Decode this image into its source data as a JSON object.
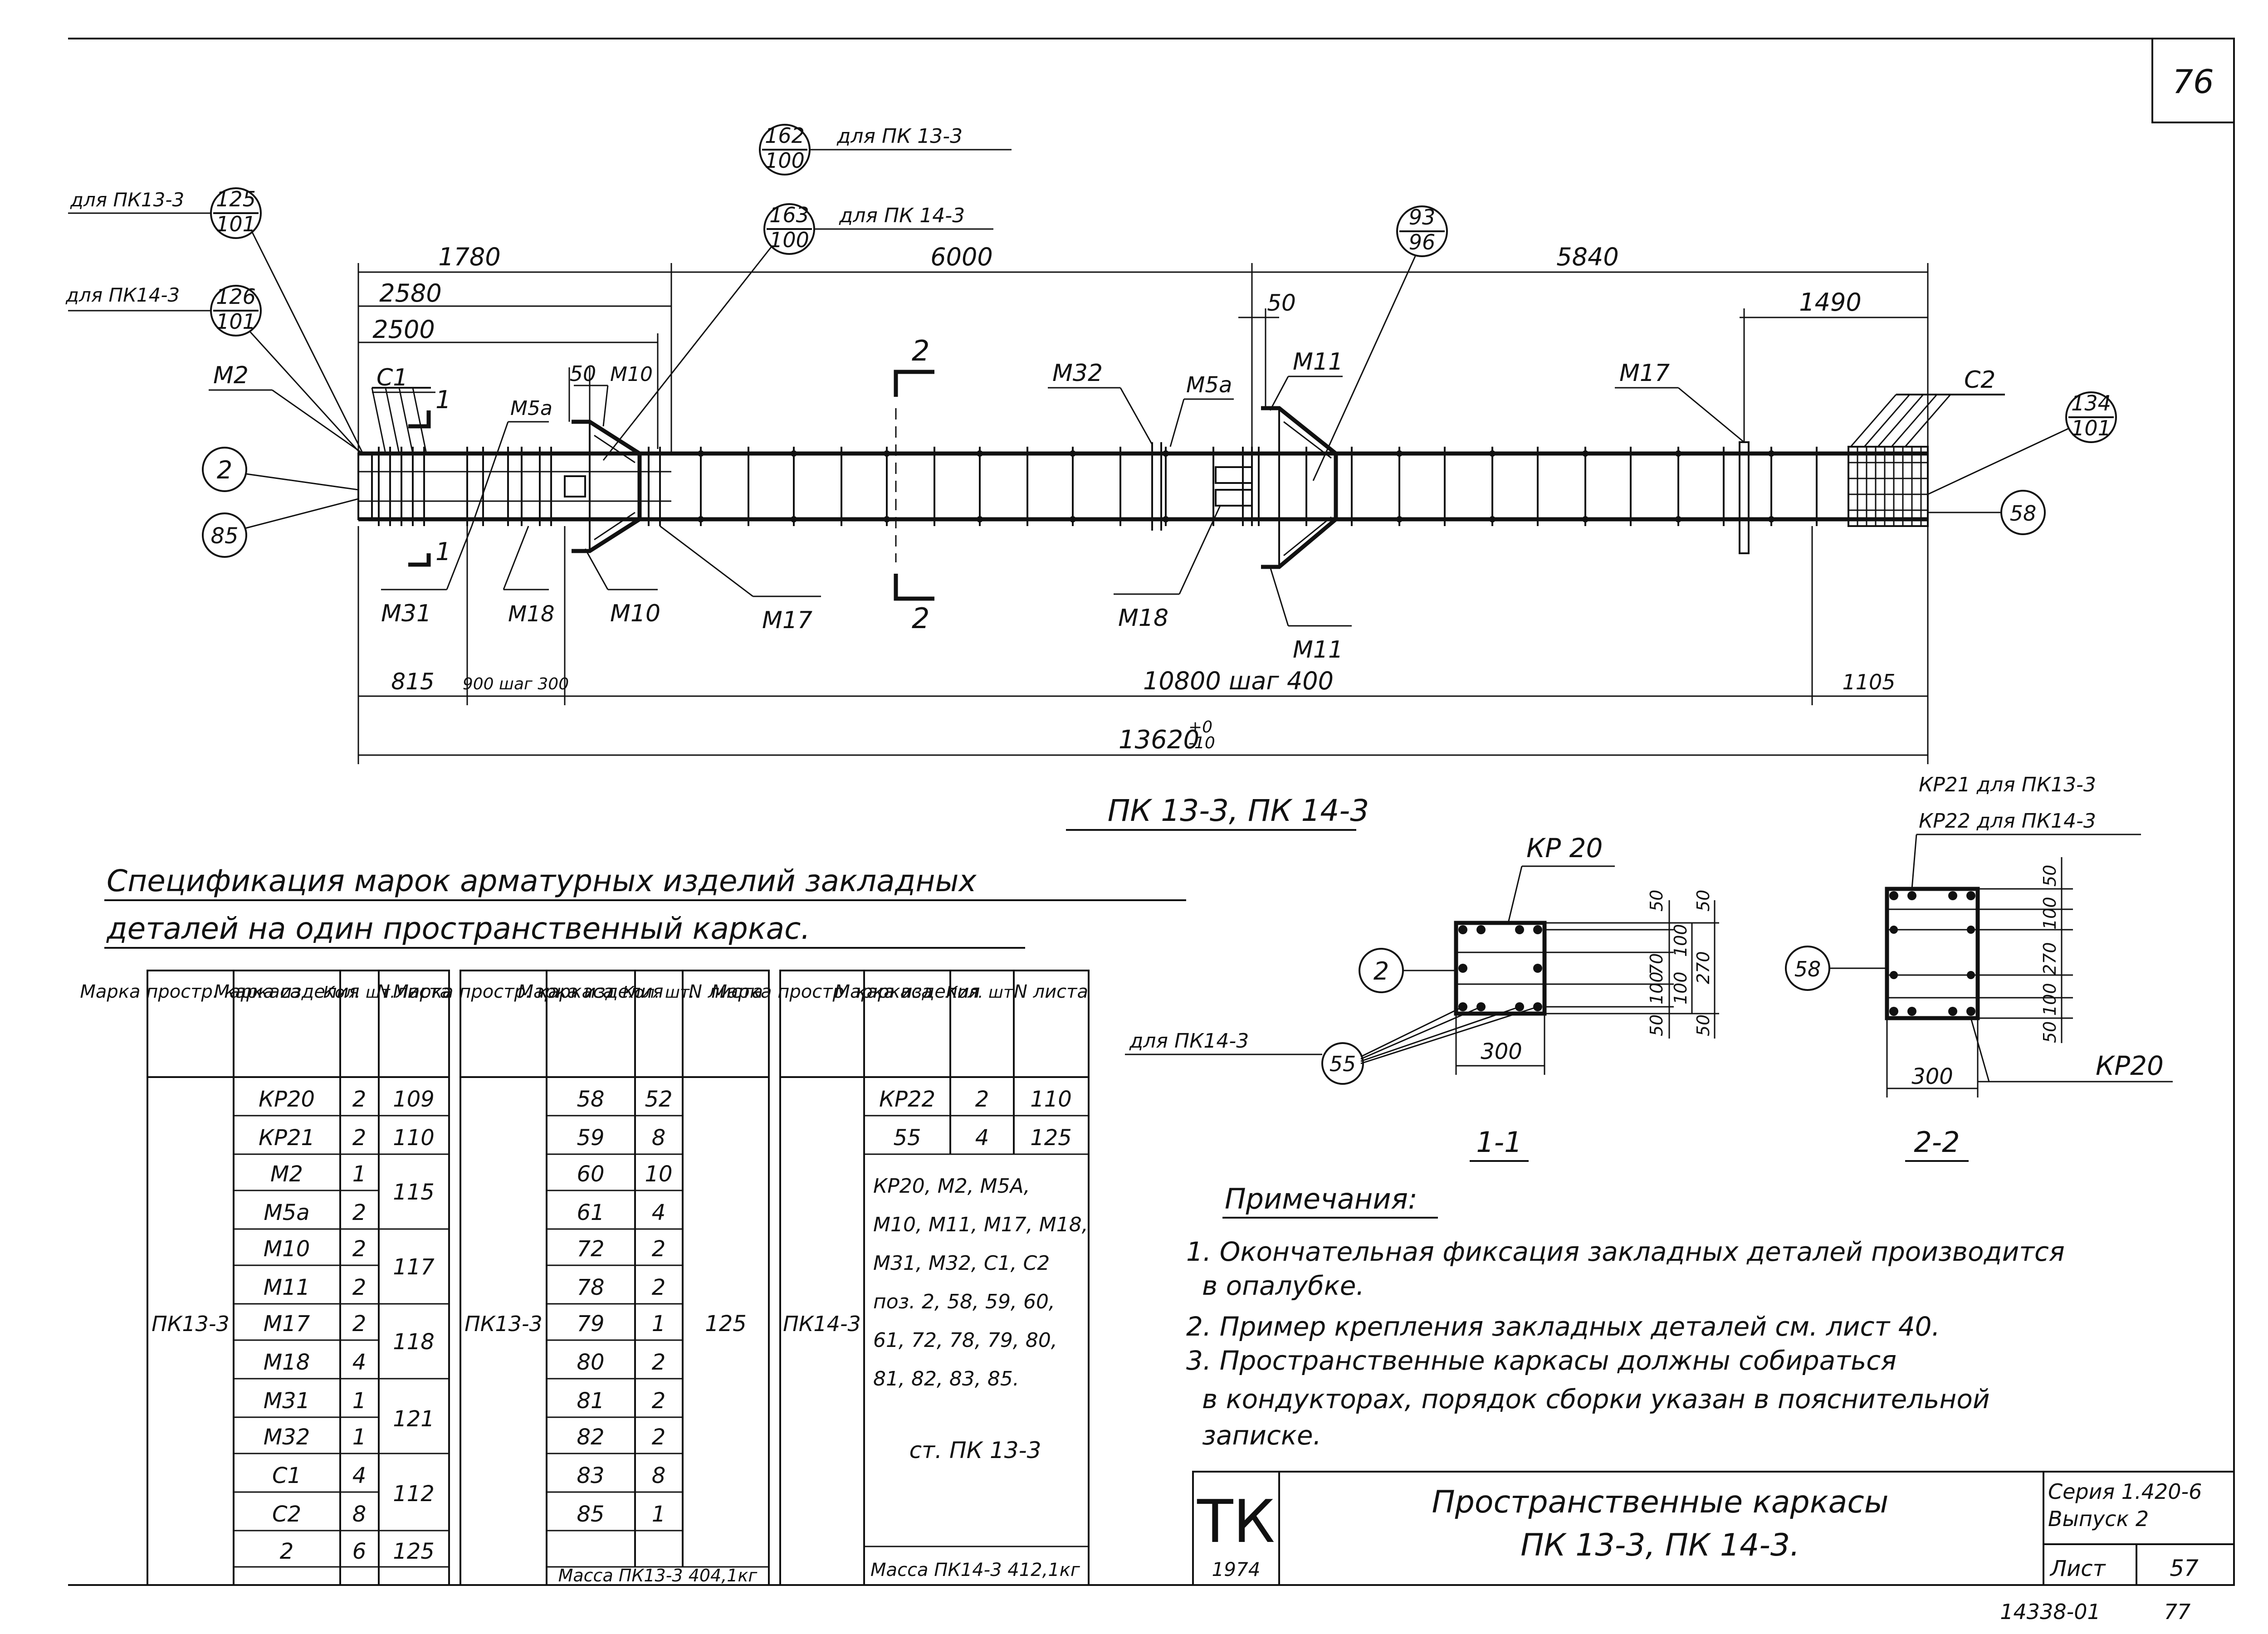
{
  "sheet": {
    "sheet_number_top": "76",
    "stamp_logo": "ТК",
    "stamp_year": "1974",
    "stamp_title_line1": "Пространственные каркасы",
    "stamp_title_line2": "ПК 13-3, ПК 14-3.",
    "series": "Серия 1.420-6",
    "issue": "Выпуск 2",
    "sheet_label": "Лист",
    "sheet_value": "57",
    "bottom_code": "14338-01",
    "bottom_number": "77"
  },
  "main_view": {
    "caption": "ПК 13-3, ПК 14-3",
    "callouts": [
      {
        "top": "125",
        "bottom": "101",
        "note": "для ПК13-3"
      },
      {
        "top": "126",
        "bottom": "101",
        "note": "для ПК14-3"
      },
      {
        "top": "162",
        "bottom": "100",
        "note": "для ПК 13-3"
      },
      {
        "top": "163",
        "bottom": "100",
        "note": "для ПК 14-3"
      },
      {
        "top": "93",
        "bottom": "96",
        "note": ""
      },
      {
        "top": "134",
        "bottom": "101",
        "note": ""
      }
    ],
    "bubbles": [
      "2",
      "85",
      "58"
    ],
    "dims_top": [
      "1780",
      "6000",
      "5840",
      "2580",
      "2500",
      "1490",
      "50",
      "50"
    ],
    "dims_bottom": [
      "815",
      "900 шаг 300",
      "10800 шаг 400",
      "1105"
    ],
    "total_length": "13620",
    "tol_plus": "+0",
    "tol_minus": "-10",
    "marks": [
      "М2",
      "С1",
      "М5а",
      "М10",
      "М10",
      "М31",
      "М18",
      "М17",
      "М32",
      "М5а",
      "М11",
      "М18",
      "М11",
      "М17",
      "С2"
    ],
    "section_mark": "2",
    "section1_mark": "1"
  },
  "section_1": {
    "caption": "1-1",
    "frame_label": "КР 20",
    "note_label": "для ПК14-3",
    "bubble_a": "2",
    "bubble_b": "55",
    "width": "300",
    "dims_right_inner": [
      "50",
      "70",
      "100",
      "50"
    ],
    "dims_right_mid": [
      "100",
      "100"
    ],
    "dims_right_outer": [
      "50",
      "270",
      "50"
    ]
  },
  "section_2": {
    "caption": "2-2",
    "label_line1": "КР21 для ПК13-3",
    "label_line2": "КР22 для ПК14-3",
    "frame_label": "КР20",
    "bubble": "58",
    "width": "300",
    "dims_right": [
      "50",
      "100",
      "270",
      "100",
      "50"
    ]
  },
  "spec": {
    "title_line1": "Спецификация марок арматурных изделий закладных",
    "title_line2": "деталей на один пространственный каркас.",
    "headers": [
      "Марка простр. каркаса",
      "Марка изделия",
      "Кол. шт.",
      "N листа"
    ],
    "t1": {
      "frame": "ПК13-3",
      "rows": [
        [
          "КР20",
          "2"
        ],
        [
          "КР21",
          "2"
        ],
        [
          "М2",
          "1"
        ],
        [
          "М5а",
          "2"
        ],
        [
          "М10",
          "2"
        ],
        [
          "М11",
          "2"
        ],
        [
          "М17",
          "2"
        ],
        [
          "М18",
          "4"
        ],
        [
          "М31",
          "1"
        ],
        [
          "М32",
          "1"
        ],
        [
          "С1",
          "4"
        ],
        [
          "С2",
          "8"
        ],
        [
          "2",
          "6"
        ]
      ],
      "sheets": [
        "109",
        "110",
        "115",
        "117",
        "118",
        "121",
        "112",
        "125"
      ]
    },
    "t2": {
      "frame": "ПК13-3",
      "rows": [
        [
          "58",
          "52"
        ],
        [
          "59",
          "8"
        ],
        [
          "60",
          "10"
        ],
        [
          "61",
          "4"
        ],
        [
          "72",
          "2"
        ],
        [
          "78",
          "2"
        ],
        [
          "79",
          "1"
        ],
        [
          "80",
          "2"
        ],
        [
          "81",
          "2"
        ],
        [
          "82",
          "2"
        ],
        [
          "83",
          "8"
        ],
        [
          "85",
          "1"
        ]
      ],
      "sheet": "125",
      "mass": "Масса ПК13-3 404,1кг"
    },
    "t3": {
      "frame": "ПК14-3",
      "rows": [
        [
          "КР22",
          "2",
          "110"
        ],
        [
          "55",
          "4",
          "125"
        ]
      ],
      "note_lines": [
        "КР20, М2, М5А,",
        "М10, М11, М17, М18,",
        "М31, М32, С1, С2",
        "поз. 2, 58, 59, 60,",
        "61, 72, 78, 79, 80,",
        "81, 82, 83, 85."
      ],
      "see": "ст. ПК 13-3",
      "mass": "Масса ПК14-3 412,1кг"
    }
  },
  "notes": {
    "title": "Примечания:",
    "lines": [
      "1. Окончательная фиксация закладных деталей производится",
      "в опалубке.",
      "2. Пример крепления закладных деталей см. лист 40.",
      "3. Пространственные каркасы должны собираться",
      "в кондукторах, порядок сборки указан в пояснительной",
      "записке."
    ]
  }
}
